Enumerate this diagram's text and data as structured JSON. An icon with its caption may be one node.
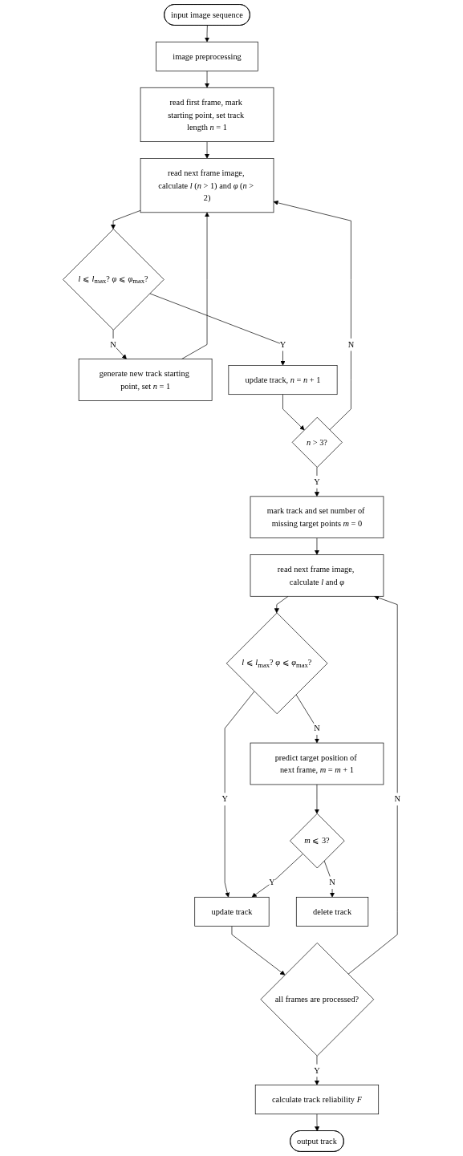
{
  "diagram": {
    "nodes": [
      {
        "text": [
          "input image sequence"
        ]
      },
      {
        "text": [
          "image preprocessing"
        ]
      },
      {
        "text": [
          "read first frame, mark starting point, set track length *n* = 1"
        ]
      },
      {
        "text": [
          "read next frame image, calculate *l* (*n* > 1) and *φ* (*n* > 2)"
        ]
      },
      {
        "text": [
          "*l* ⩽ *l*$_{max}$? *φ* ⩽ *φ*$_{max}$?"
        ]
      },
      {
        "text": [
          "generate new track starting point, set *n* = 1"
        ]
      },
      {
        "text": [
          "update track, *n* = *n* + 1"
        ]
      },
      {
        "text": [
          "*n* > 3?"
        ]
      },
      {
        "text": [
          "mark track and set number of missing target points *m* = 0"
        ]
      },
      {
        "text": [
          "read next frame image, calculate *l* and *φ*"
        ]
      },
      {
        "text": [
          "*l* ⩽ *l*$_{max}$? *φ* ⩽ *φ*$_{max}$?"
        ]
      },
      {
        "text": [
          "predict target position of next frame, *m* = *m* + 1"
        ]
      },
      {
        "text": [
          "update track"
        ]
      },
      {
        "text": [
          "*m* ⩽ 3?"
        ]
      },
      {
        "text": [
          "delete track"
        ]
      },
      {
        "text": [
          "all frames are processed?"
        ]
      },
      {
        "text": [
          "calculate track reliability *F*"
        ]
      },
      {
        "text": [
          "output track"
        ]
      }
    ],
    "edges": [
      {
        "from": 0,
        "to": 1,
        "arrow": "to"
      },
      {
        "from": 1,
        "to": 2,
        "arrow": "to"
      },
      {
        "from": 2,
        "to": 3,
        "arrow": "to"
      },
      {
        "from": 3,
        "to": 4,
        "arrow": "to"
      },
      {
        "from": 4,
        "to": 5,
        "arrow": "to",
        "label": "N"
      },
      {
        "from": 5,
        "to": 3,
        "arrow": "to"
      },
      {
        "from": 4,
        "to": 6,
        "arrow": "to",
        "label": "Y"
      },
      {
        "from": 6,
        "to": 7,
        "arrow": "to"
      },
      {
        "from": 7,
        "to": 3,
        "arrow": "to",
        "label": "N"
      },
      {
        "from": 7,
        "to": 8,
        "arrow": "to",
        "label": "Y"
      },
      {
        "from": 8,
        "to": 9,
        "arrow": "to"
      },
      {
        "from": 9,
        "to": 10,
        "arrow": "to"
      },
      {
        "from": 10,
        "to": 11,
        "arrow": "to",
        "label": "N"
      },
      {
        "from": 10,
        "to": 12,
        "arrow": "to",
        "label": "Y"
      },
      {
        "from": 11,
        "to": 13,
        "arrow": "to"
      },
      {
        "from": 13,
        "to": 12,
        "arrow": "to",
        "label": "Y"
      },
      {
        "from": 13,
        "to": 14,
        "arrow": "to",
        "label": "N"
      },
      {
        "from": 12,
        "to": 15,
        "arrow": "to"
      },
      {
        "from": 15,
        "to": 9,
        "arrow": "to",
        "label": "N"
      },
      {
        "from": 15,
        "to": 16,
        "arrow": "to",
        "label": "Y"
      },
      {
        "from": 16,
        "to": 17,
        "arrow": "to"
      }
    ]
  }
}
